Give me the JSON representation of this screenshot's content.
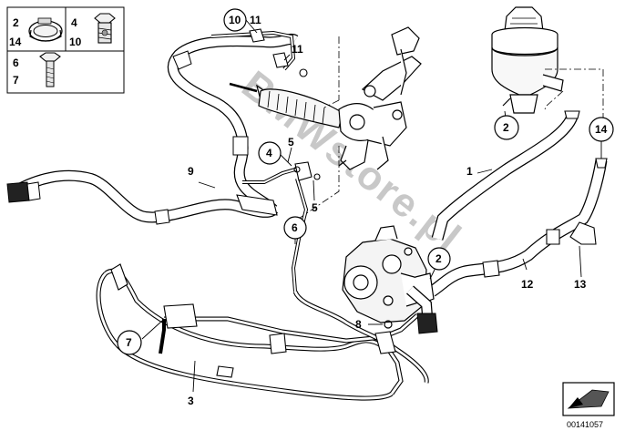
{
  "legend": {
    "top_left": [
      "2",
      "14"
    ],
    "top_right": [
      "4",
      "10"
    ],
    "bottom_left": [
      "6",
      "7"
    ]
  },
  "callouts": [
    {
      "id": "10",
      "circled": true
    },
    {
      "id": "11",
      "circled": false
    },
    {
      "id": "11",
      "circled": false
    },
    {
      "id": "2",
      "circled": true
    },
    {
      "id": "14",
      "circled": true
    },
    {
      "id": "4",
      "circled": true
    },
    {
      "id": "5",
      "circled": false
    },
    {
      "id": "5",
      "circled": false
    },
    {
      "id": "9",
      "circled": false
    },
    {
      "id": "1",
      "circled": false
    },
    {
      "id": "6",
      "circled": true
    },
    {
      "id": "2",
      "circled": true
    },
    {
      "id": "12",
      "circled": false
    },
    {
      "id": "13",
      "circled": false
    },
    {
      "id": "7",
      "circled": true
    },
    {
      "id": "8",
      "circled": false
    },
    {
      "id": "3",
      "circled": false
    }
  ],
  "watermark": "BMWstore.pl",
  "doc_number": "00141057",
  "icon": "arrow-box-icon"
}
